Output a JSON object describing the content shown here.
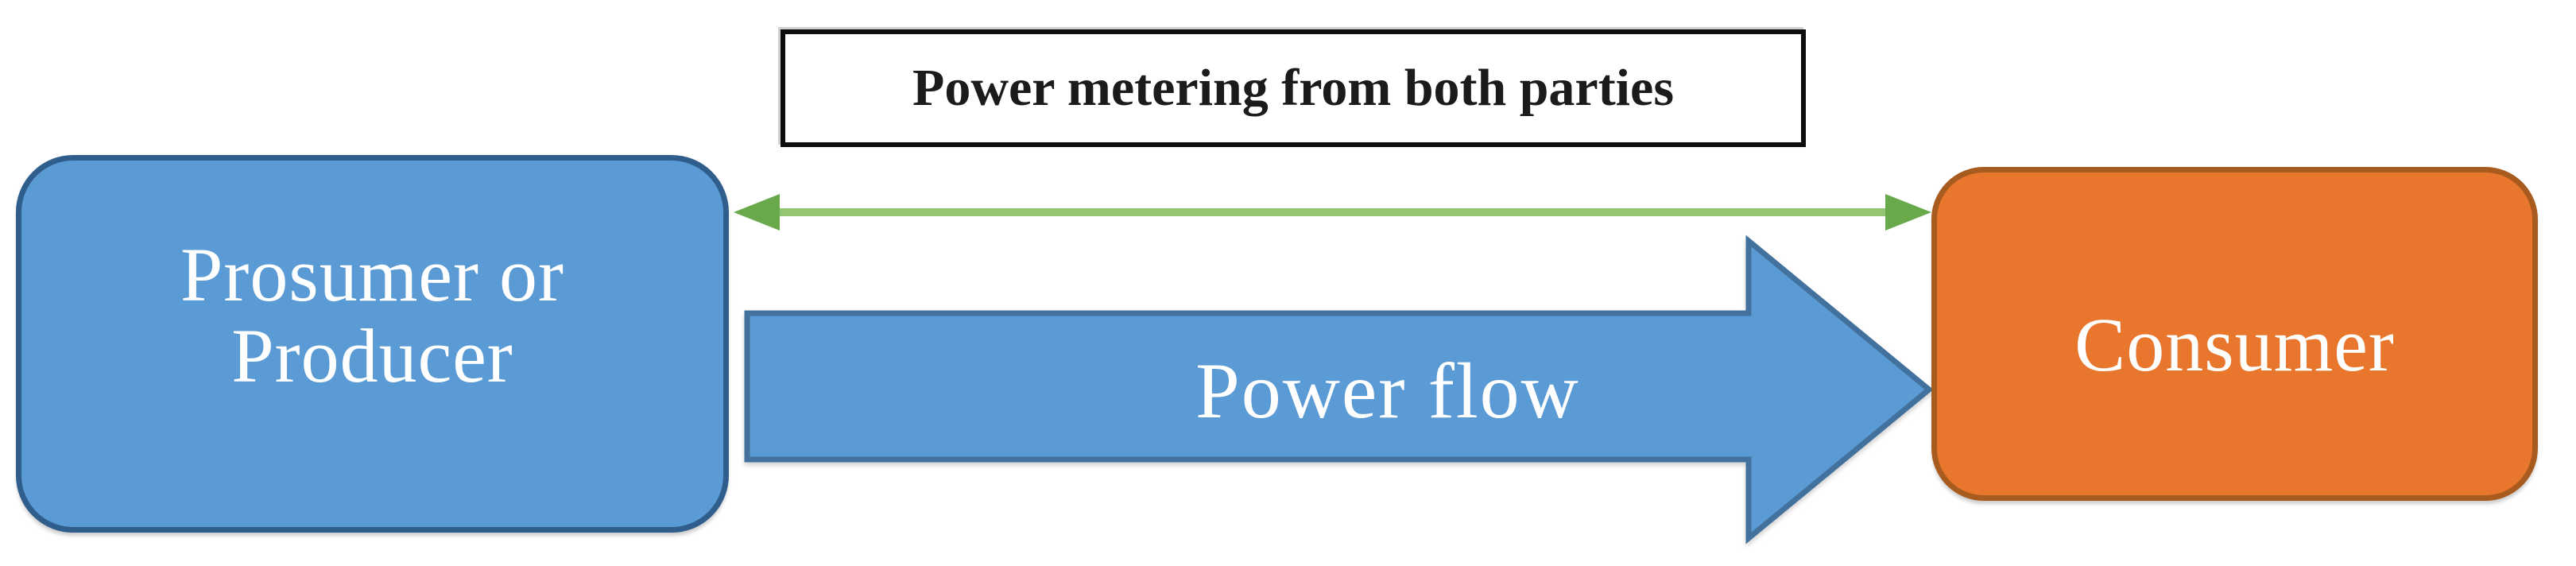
{
  "canvas": {
    "background": "#ffffff"
  },
  "metering": {
    "box_label": "Power metering from both parties",
    "box_fill": "#ffffff",
    "box_border_color": "#0d0d0d",
    "text_color": "#1b1b1b",
    "arrow_line_color": "#94c573",
    "arrow_head_color": "#68a94c",
    "arrow_type": "double-headed"
  },
  "prosumer": {
    "label": "Prosumer or Producer",
    "label_line1": "Prosumer or",
    "label_line2": "Producer",
    "fill": "#5b9bd5",
    "border_color": "#2f5d8c",
    "text_color": "#ffffff"
  },
  "consumer": {
    "label": "Consumer",
    "fill": "#e8762c",
    "border_color": "#a85b1f",
    "text_color": "#ffffff"
  },
  "power_flow": {
    "label": "Power flow",
    "fill": "#5b9bd5",
    "border_color": "#41719c",
    "text_color": "#ffffff",
    "direction": "left-to-right"
  }
}
